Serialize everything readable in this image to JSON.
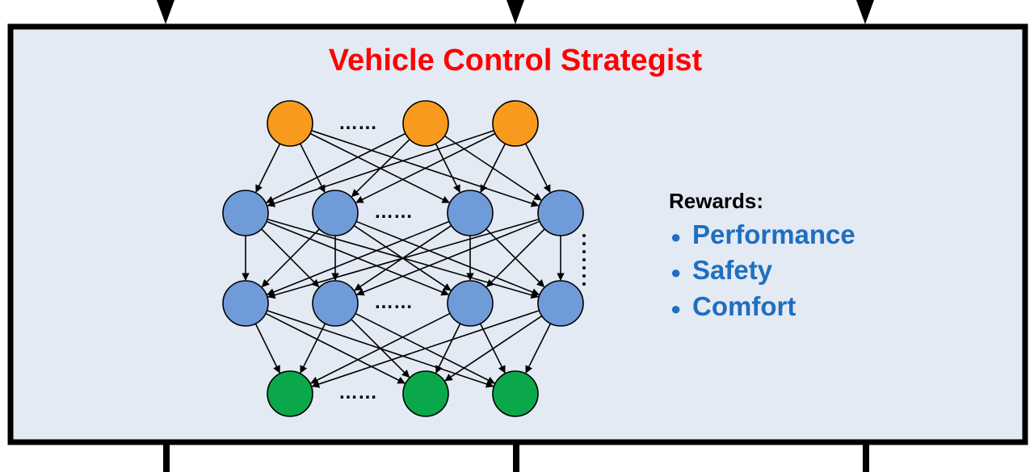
{
  "title": "Vehicle Control Strategist",
  "rewards": {
    "heading": "Rewards:",
    "bullet": "●",
    "items": [
      "Performance",
      "Safety",
      "Comfort"
    ]
  },
  "network": {
    "input_nodes": 3,
    "hidden_layers": 2,
    "hidden_nodes_per_layer": 4,
    "output_nodes": 3,
    "ellipsis": "……"
  },
  "colors": {
    "panel_fill": "#e4eaf4",
    "panel_border": "#000000",
    "title": "#ff0000",
    "reward_items": "#1f6fbf",
    "input_node": "#f79a1d",
    "hidden_node": "#6f9bd9",
    "output_node": "#0aa84a",
    "edge": "#000000"
  }
}
